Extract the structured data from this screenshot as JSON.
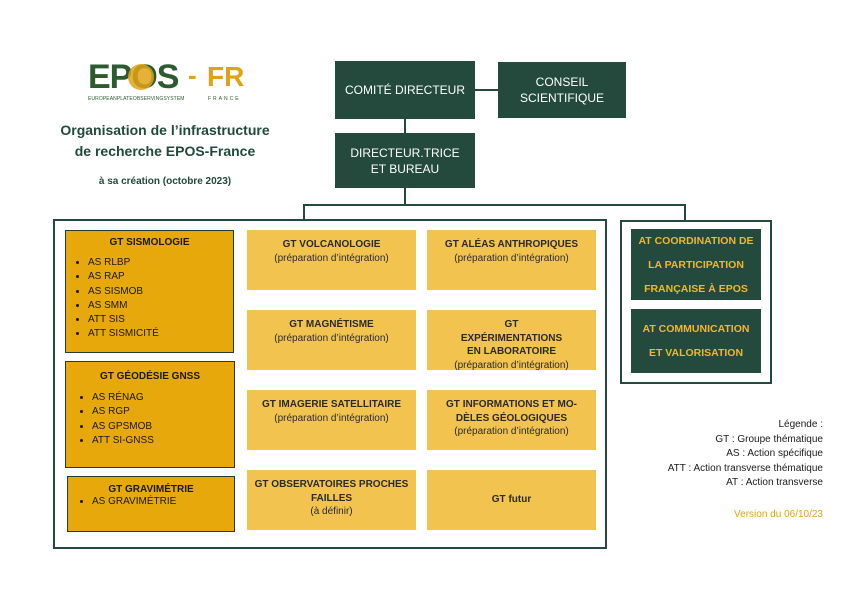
{
  "logo": {
    "epos": "EPOS",
    "dash": "-",
    "fr": "FR",
    "sub_left": "EUROPEANPLATEOBSERVINGSYSTEM",
    "sub_right": "FRANCE"
  },
  "header": {
    "title_line1": "Organisation de l’infrastructure",
    "title_line2": "de recherche EPOS-France",
    "subtitle": "à sa création (octobre 2023)"
  },
  "top": {
    "comite": "COMITÉ DIRECTEUR",
    "conseil": "CONSEIL SCIENTIFIQUE",
    "directeur": "DIRECTEUR.TRICE ET BUREAU"
  },
  "gt_main": [
    {
      "title": "GT SISMOLOGIE",
      "items": [
        "AS RLBP",
        "AS RAP",
        "AS SISMOB",
        "AS SMM",
        "ATT SIS",
        "ATT SISMICITÉ"
      ]
    },
    {
      "title": "GT GÉODÉSIE GNSS",
      "items": [
        "AS RÉNAG",
        "AS RGP",
        "AS GPSMOB",
        "ATT SI-GNSS"
      ]
    },
    {
      "title": "GT GRAVIMÉTRIE",
      "items": [
        "AS GRAVIMÉTRIE"
      ]
    }
  ],
  "gt_secondary": [
    {
      "title": "GT VOLCANOLOGIE",
      "note": "(préparation d’intégration)"
    },
    {
      "title": "GT ALÉAS ANTHROPIQUES",
      "note": "(préparation d’intégration)"
    },
    {
      "title": "GT MAGNÉTISME",
      "note": "(préparation d’intégration)"
    },
    {
      "title": "GT EXPÉRIMENTATIONS EN LABORATOIRE",
      "note": "(préparation d’intégration)"
    },
    {
      "title": "GT IMAGERIE SATELLITAIRE",
      "note": "(préparation d’intégration)"
    },
    {
      "title": "GT INFORMATIONS ET MO-DÈLES GÉOLOGIQUES",
      "note": "(préparation d’intégration)"
    },
    {
      "title": "GT OBSERVATOIRES PROCHES FAILLES",
      "note": "(à définir)"
    },
    {
      "title": "GT futur",
      "note": ""
    }
  ],
  "at": [
    "AT COORDINATION DE LA PARTICIPATION FRANÇAISE À EPOS",
    "AT COMMUNICATION ET VALORISATION"
  ],
  "legend": {
    "title": "Légende :",
    "lines": [
      "GT : Groupe thématique",
      "AS : Action spécifique",
      "ATT : Action transverse thématique",
      "AT : Action transverse"
    ]
  },
  "version": "Version du 06/10/23",
  "colors": {
    "dark_green": "#234a3d",
    "gold": "#e6a80a",
    "light_gold": "#f2c44f",
    "title_green": "#1f4a3a",
    "version_gold": "#e0a316"
  }
}
